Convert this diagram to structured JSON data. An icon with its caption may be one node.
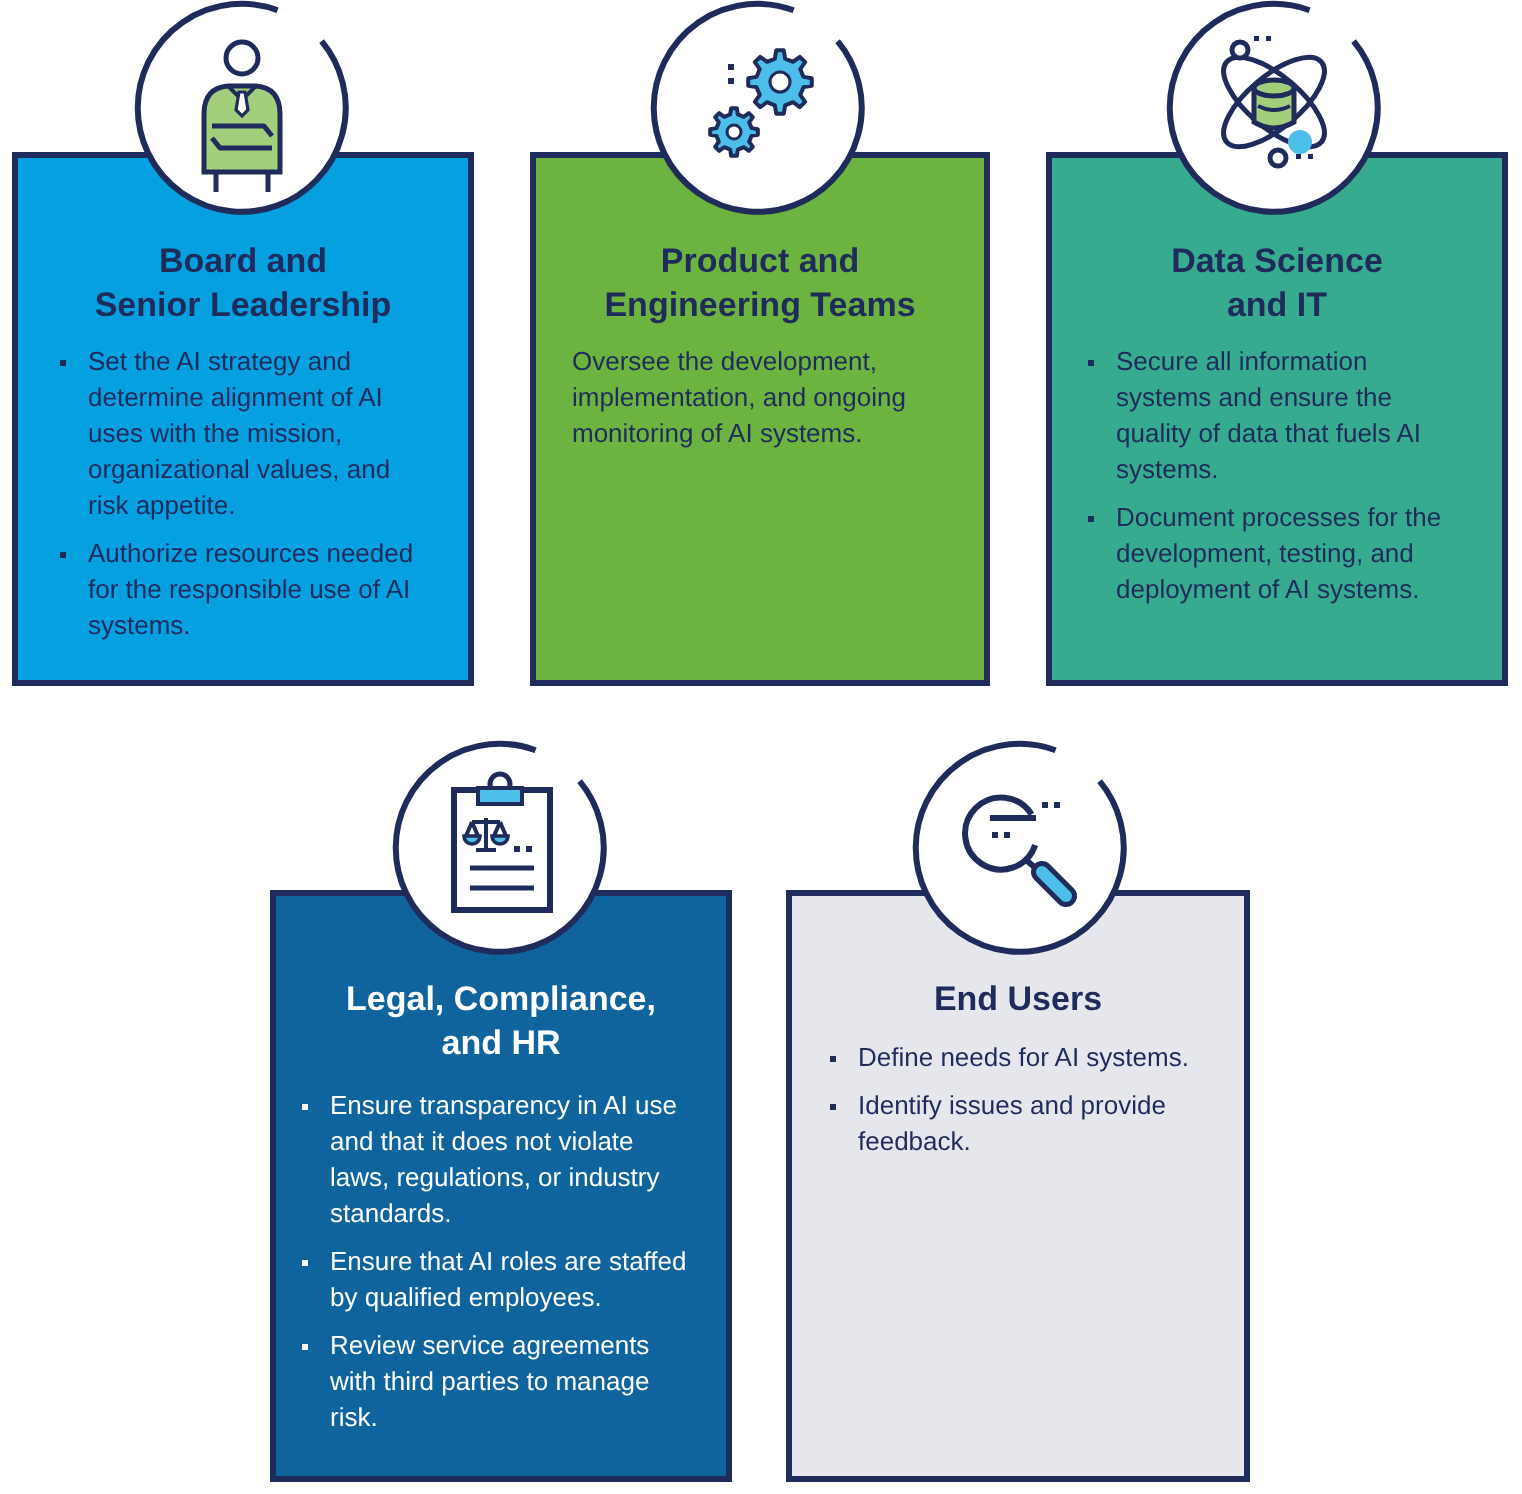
{
  "diagram": {
    "nodes": [
      {
        "text": [
          "Board and Senior Leadership",
          "Set the AI strategy and determine alignment of AI uses with the mission, organizational values, and risk appetite.",
          "Authorize resources needed for the responsible use of AI systems."
        ]
      },
      {
        "text": [
          "Product and Engineering Teams",
          "Oversee the development, implementation, and ongoing monitoring of AI systems."
        ]
      },
      {
        "text": [
          "Data Science and IT",
          "Secure all information systems and ensure the quality of data that fuels AI systems.",
          "Document processes for the development, testing, and deployment of AI systems."
        ]
      },
      {
        "text": [
          "Legal, Compliance, and HR",
          "Ensure transparency in AI use and that it does not violate laws, regulations, or industry standards.",
          "Ensure that AI roles are staffed by qualified employees.",
          "Review service agreements with third parties to manage risk."
        ]
      },
      {
        "text": [
          "End Users",
          "Define needs for AI systems.",
          "Identify issues and provide feedback."
        ]
      }
    ]
  }
}
